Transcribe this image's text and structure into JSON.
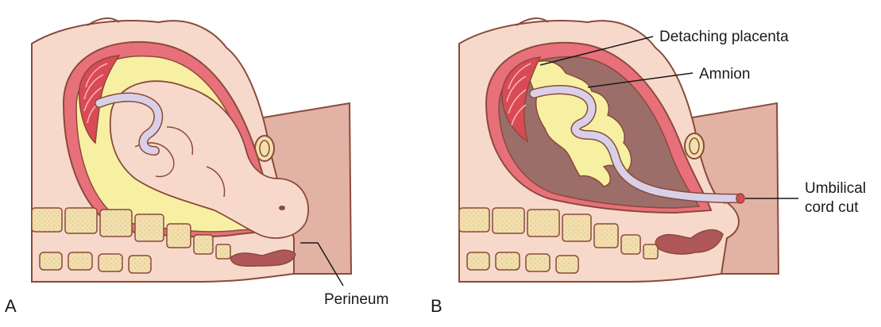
{
  "panels": [
    {
      "letter": "A",
      "labels": {
        "perineum": "Perineum"
      }
    },
    {
      "letter": "B",
      "labels": {
        "detaching_placenta": "Detaching placenta",
        "amnion": "Amnion",
        "umbilical_line1": "Umbilical",
        "umbilical_line2": "cord cut"
      }
    }
  ],
  "colors": {
    "skin": "#f7d9cc",
    "skin_dark": "#e2b3a4",
    "outline": "#8a4a3a",
    "uterus_wall": "#e8707a",
    "placenta": "#d94a55",
    "amniotic_fluid": "#f7f0a3",
    "cord": "#d9d0e8",
    "cavity_dark": "#9c6e6a",
    "bone": "#f2dfae",
    "bowel": "#b0575a"
  }
}
